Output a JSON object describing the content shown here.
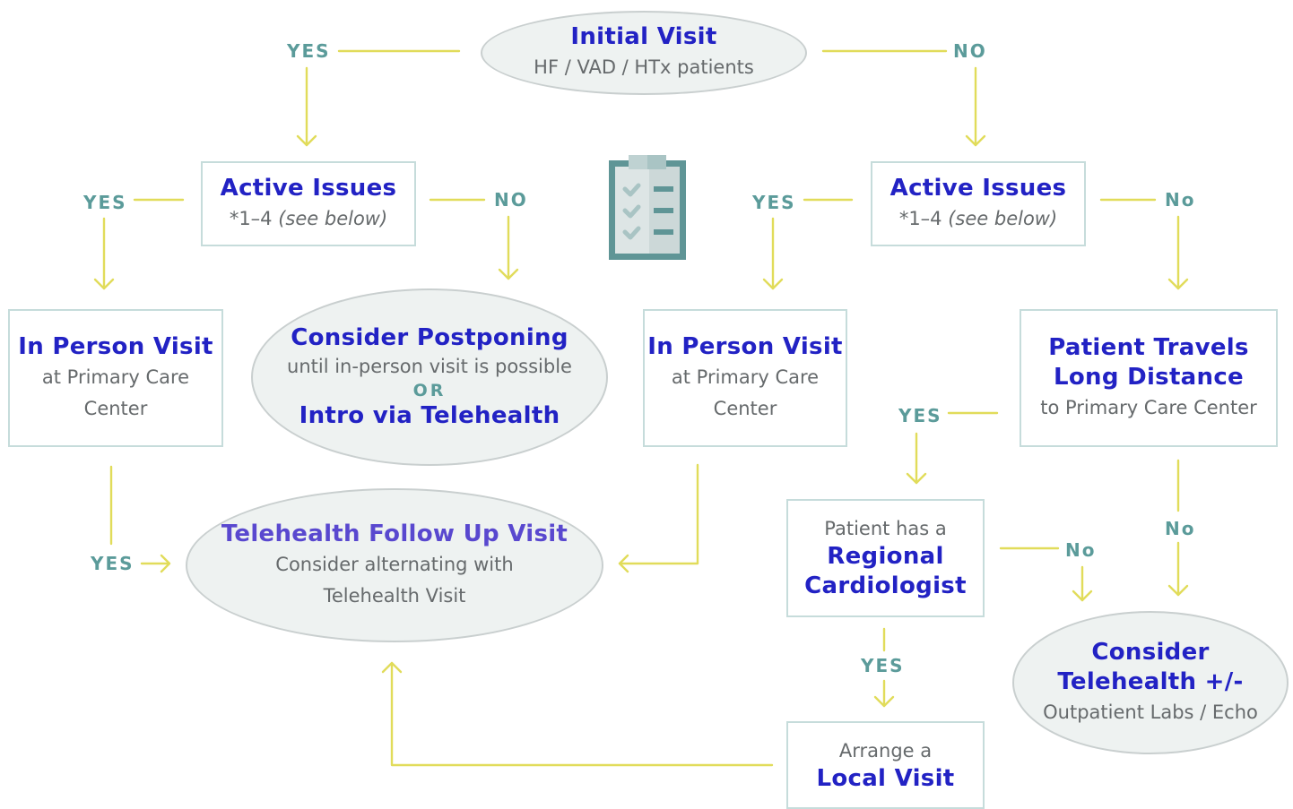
{
  "nodes": {
    "initial_visit": {
      "title": "Initial Visit",
      "subtitle": "HF / VAD / HTx patients"
    },
    "active_issues_left": {
      "title": "Active Issues",
      "subtitle_prefix": "*1–4 ",
      "subtitle_note": "(see below)"
    },
    "active_issues_right": {
      "title": "Active Issues",
      "subtitle_prefix": "*1–4 ",
      "subtitle_note": "(see below)"
    },
    "in_person_left": {
      "title": "In Person Visit",
      "line1": "at Primary Care",
      "line2": "Center"
    },
    "in_person_middle": {
      "title": "In Person Visit",
      "line1": "at Primary Care",
      "line2": "Center"
    },
    "consider_postponing": {
      "title": "Consider Postponing",
      "subtitle": "until in-person visit is possible",
      "or": "OR",
      "title2": "Intro via Telehealth"
    },
    "patient_travels": {
      "title1": "Patient Travels",
      "title2": "Long Distance",
      "subtitle": "to Primary Care Center"
    },
    "telehealth_followup": {
      "title": "Telehealth Follow Up Visit",
      "line1": "Consider alternating with",
      "line2": "Telehealth Visit"
    },
    "regional_cardiologist": {
      "pre": "Patient has a",
      "title1": "Regional",
      "title2": "Cardiologist"
    },
    "consider_telehealth": {
      "title1": "Consider",
      "title2": "Telehealth +/-",
      "subtitle": "Outpatient Labs / Echo"
    },
    "local_visit": {
      "pre": "Arrange a",
      "title": "Local Visit"
    }
  },
  "labels": {
    "yes_initial": "YES",
    "no_initial": "NO",
    "yes_active_left": "YES",
    "no_active_left": "NO",
    "yes_active_right": "YES",
    "no_active_right": "No",
    "yes_in_person_left": "YES",
    "yes_travels": "YES",
    "no_travels": "No",
    "no_regional": "No",
    "yes_regional": "YES"
  },
  "icons": {
    "clipboard": "clipboard-checklist-icon"
  },
  "colors": {
    "arrow": "#e1dc5a",
    "box_border": "#c6dcdb",
    "ellipse_fill": "#eef2f1",
    "title_blue": "#2222c4",
    "title_purple": "#5948cf",
    "label_teal": "#5b9b9a",
    "body_gray": "#666a6c"
  }
}
